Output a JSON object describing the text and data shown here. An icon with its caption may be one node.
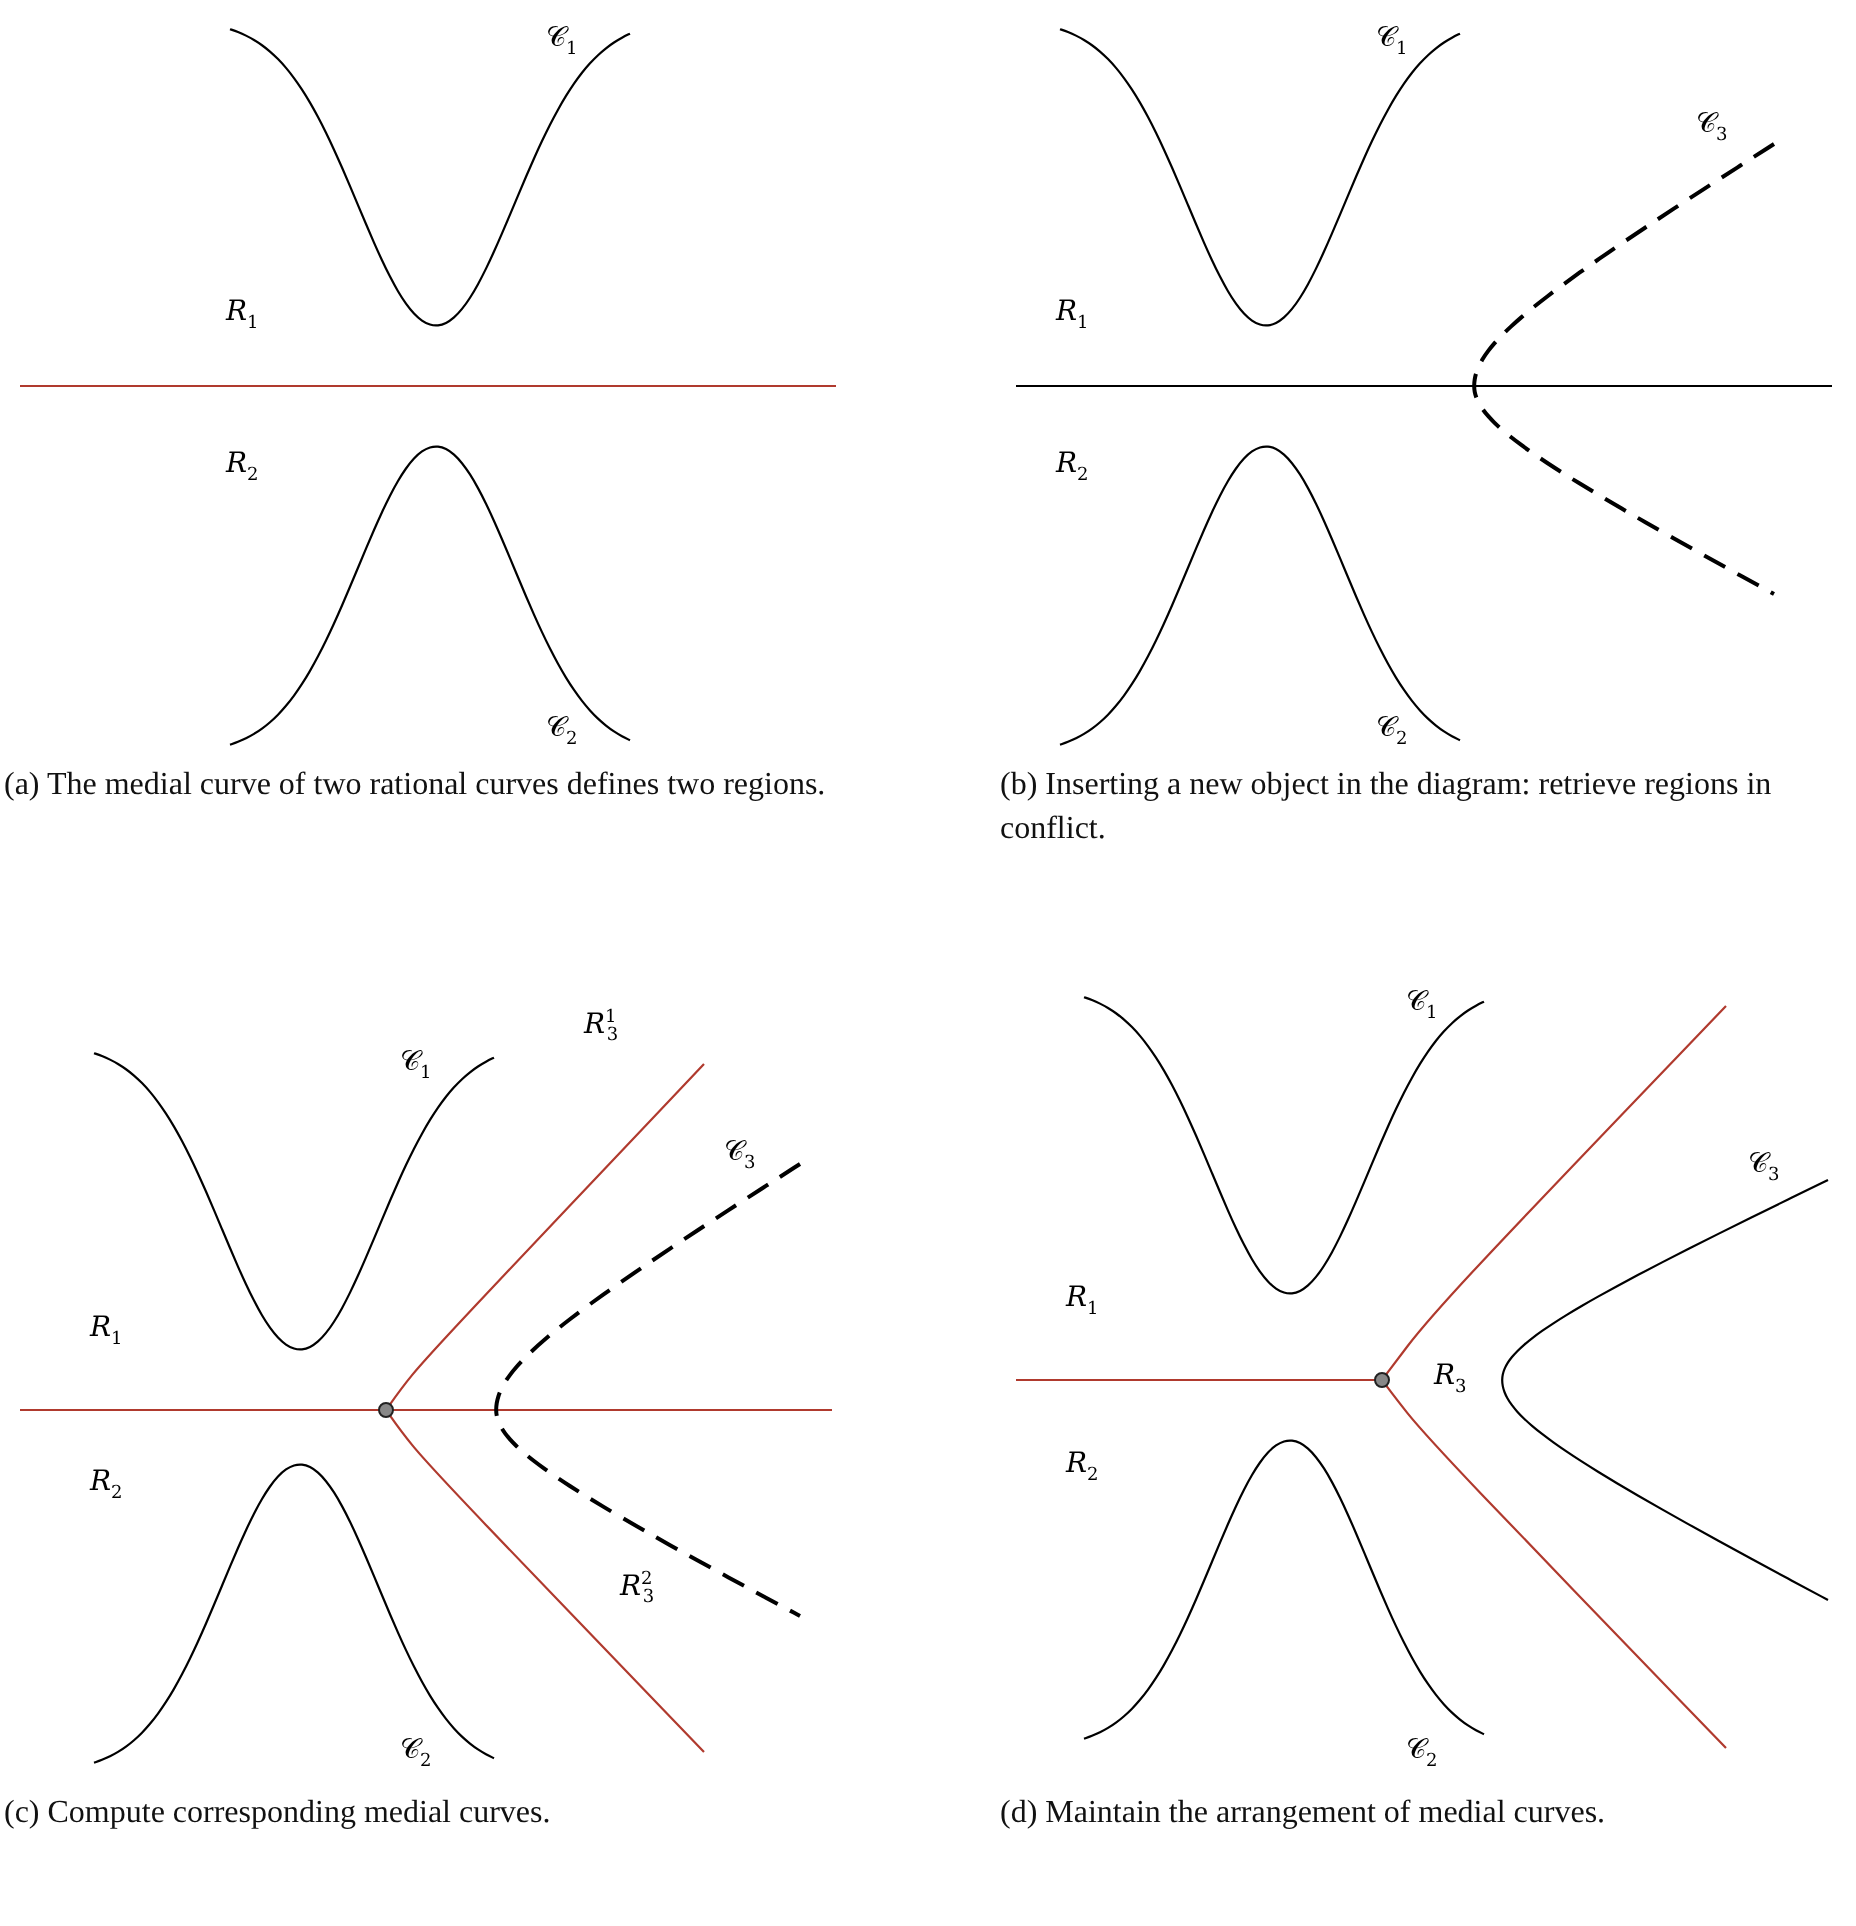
{
  "diagram": {
    "labels": [
      "𝒞$_{1}$",
      "*R*$_{1}$",
      "*R*$_{2}$",
      "𝒞$_{2}$",
      "(a) The medial curve of two rational curves defines two regions.",
      "𝒞$_{1}$",
      "𝒞$_{3}$",
      "*R*$_{1}$",
      "*R*$_{2}$",
      "𝒞$_{2}$",
      "(b) Inserting a new object in the diagram: retrieve regions in conflict.",
      "𝒞$_{1}$",
      "*R*$^{1}$$_{3}$",
      "𝒞$_{3}$",
      "*R*$_{1}$",
      "*R*$_{2}$",
      "*R*$^{2}$$_{3}$",
      "𝒞$_{2}$",
      "(c) Compute corresponding medial curves.",
      "𝒞$_{1}$",
      "𝒞$_{3}$",
      "*R*$_{1}$",
      "*R*$_{3}$",
      "*R*$_{2}$",
      "𝒞$_{2}$",
      "(d) Maintain the arrangement of medial curves."
    ]
  }
}
